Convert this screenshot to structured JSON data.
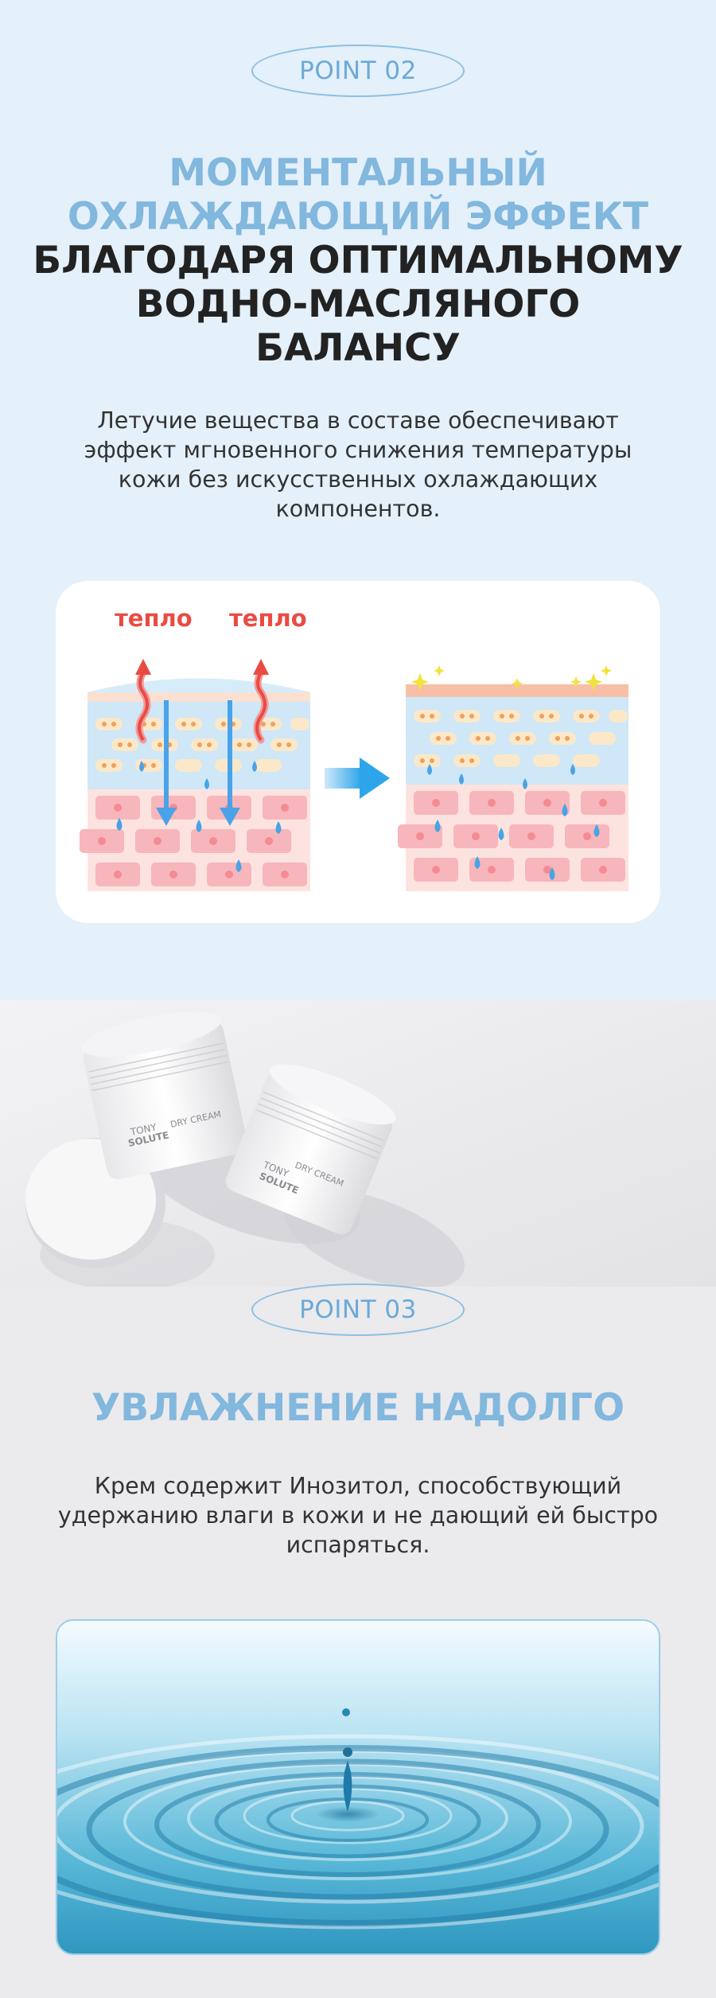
{
  "point2": {
    "badge": "POINT 02",
    "title_line1": "МОМЕНТАЛЬНЫЙ",
    "title_line2": "ОХЛАЖДАЮЩИЙ ЭФФЕКТ",
    "title_line3": "БЛАГОДАРЯ ОПТИМАЛЬНОМУ",
    "title_line4": "ВОДНО-МАСЛЯНОГО",
    "title_line5": "БАЛАНСУ",
    "desc_line1": "Летучие вещества в составе обеспечивают",
    "desc_line2": "эффект мгновенного снижения температуры",
    "desc_line3": "кожи без искусственных охлаждающих",
    "desc_line4": "компонентов.",
    "heat_label_1": "тепло",
    "heat_label_2": "тепло"
  },
  "point3": {
    "badge": "POINT 03",
    "title": "УВЛАЖНЕНИЕ НАДОЛГО",
    "desc_line1": "Крем содержит Инозитол, способствующий",
    "desc_line2": "удержанию влаги в кожи и не дающий ей быстро",
    "desc_line3": "испаряться."
  },
  "product": {
    "brand_line1": "TONY",
    "brand_line2": "SOLUTE",
    "product_name": "DRY CREAM"
  },
  "colors": {
    "accent_blue": "#82b7de",
    "heat_red": "#e94b43",
    "arrow_blue": "#4aa3e8",
    "skin_pink": "#f7c4c8"
  }
}
